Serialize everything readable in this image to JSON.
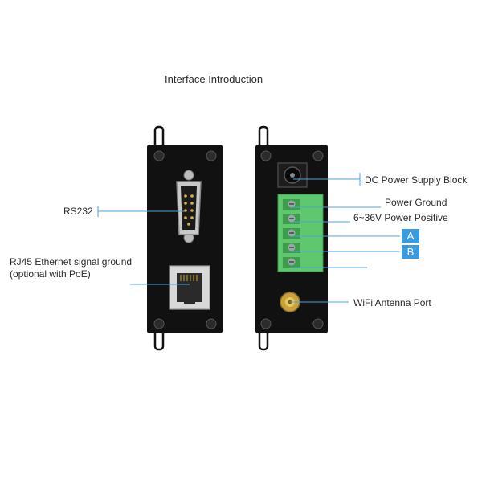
{
  "title": "Interface Introduction",
  "left_device": {
    "labels": {
      "rs232": "RS232",
      "rj45": "RJ45 Ethernet signal ground (optional with PoE)"
    }
  },
  "right_device": {
    "labels": {
      "dc_power": "DC Power Supply Block",
      "power_ground": "Power Ground",
      "power_positive": "6~36V Power Positive",
      "wifi_antenna": "WiFi Antenna Port"
    },
    "badges": {
      "a": "A",
      "b": "B"
    }
  },
  "colors": {
    "leader_line": "#4aa3df",
    "badge_bg": "#3a9be0",
    "terminal_green": "#5fc86e",
    "device_body": "#111111"
  }
}
